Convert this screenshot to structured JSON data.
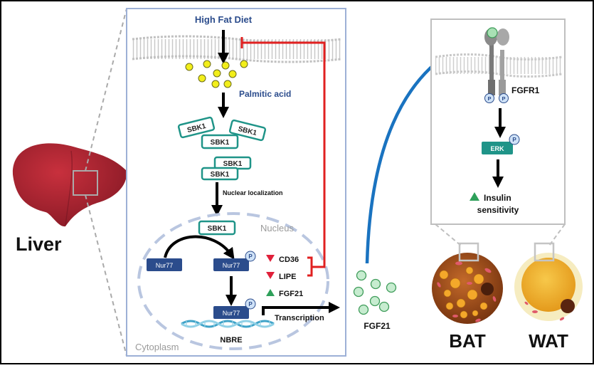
{
  "organ": {
    "label": "Liver"
  },
  "cell": {
    "diet_label": "High Fat Diet",
    "palmitic_label": "Palmitic acid",
    "nuclear_label": "Nuclear localization",
    "nucleus_label": "Nucleus",
    "cytoplasm_label": "Cytoplasm",
    "sbk1_label": "SBK1",
    "nur77_label": "Nur77",
    "phospho_label": "P",
    "nbre_label": "NBRE",
    "transcription_label": "Transcription",
    "genes": [
      {
        "name": "CD36",
        "direction": "down"
      },
      {
        "name": "LIPE",
        "direction": "down"
      },
      {
        "name": "FGF21",
        "direction": "up"
      }
    ]
  },
  "secreted": {
    "label": "FGF21"
  },
  "receptor_panel": {
    "receptor_label": "FGFR1",
    "erk_label": "ERK",
    "phospho_label": "P",
    "outcome_line1": "Insulin",
    "outcome_line2": "sensitivity"
  },
  "tissues": [
    {
      "label": "BAT"
    },
    {
      "label": "WAT"
    }
  ],
  "colors": {
    "teal": "#1f9488",
    "navy": "#2b4c8c",
    "inhibit": "#e02020",
    "down": "#e0203a",
    "up": "#2ea05a",
    "blue_arrow": "#1a73c0",
    "liver": "#a0202f"
  }
}
